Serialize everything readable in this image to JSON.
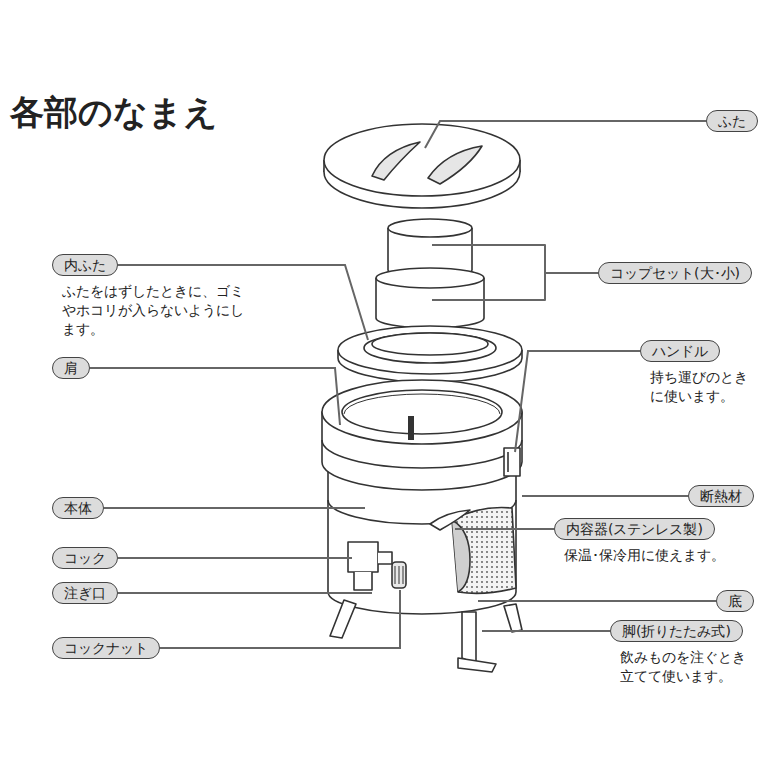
{
  "diagram": {
    "title": "各部のなまえ",
    "nodes": [
      {
        "text": [
          "ふた"
        ]
      },
      {
        "text": [
          "内ふた",
          "ふたをはずしたときに、ゴミやホコリが入らないようにします。"
        ]
      },
      {
        "text": [
          "コップセット(大･小)"
        ]
      },
      {
        "text": [
          "ハンドル",
          "持ち運びのときに使います。"
        ]
      },
      {
        "text": [
          "肩"
        ]
      },
      {
        "text": [
          "断熱材"
        ]
      },
      {
        "text": [
          "本体"
        ]
      },
      {
        "text": [
          "内容器(ステンレス製)",
          "保温･保冷用に使えます。"
        ]
      },
      {
        "text": [
          "コック"
        ]
      },
      {
        "text": [
          "注ぎ口"
        ]
      },
      {
        "text": [
          "底"
        ]
      },
      {
        "text": [
          "脚(折りたたみ式)",
          "飲みものを注ぐとき立てて使います。"
        ]
      },
      {
        "text": [
          "コックナット"
        ]
      }
    ]
  }
}
